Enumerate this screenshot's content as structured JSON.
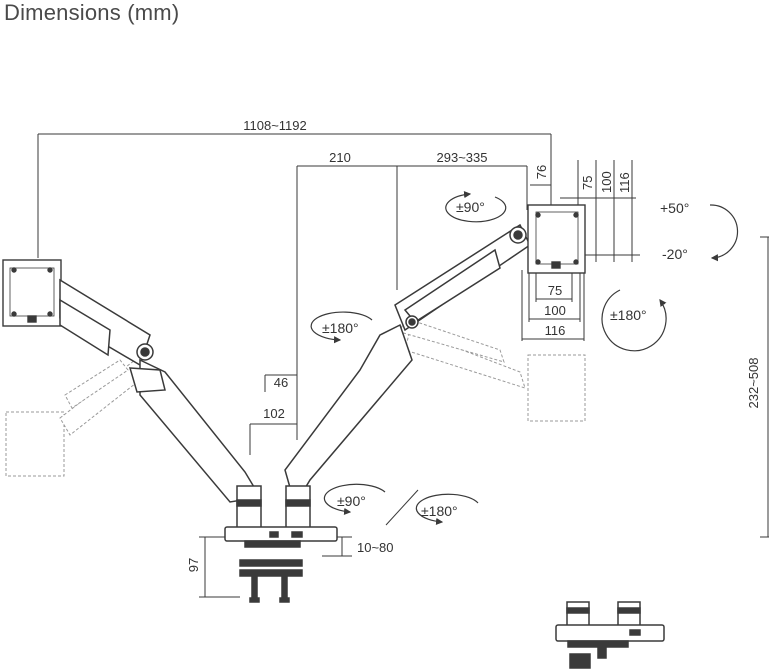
{
  "title": "Dimensions (mm)",
  "dimensions": {
    "total_width": "1108~1192",
    "center_to_arm": "210",
    "arm_reach": "293~335",
    "plate_offset": "76",
    "vesa_75_v": "75",
    "vesa_100_v": "100",
    "vesa_116_v": "116",
    "vesa_75_h": "75",
    "vesa_100_h": "100",
    "vesa_116_h": "116",
    "pole_46": "46",
    "pole_102": "102",
    "height_range": "232~508",
    "clamp_height": "97",
    "desk_thickness": "10~80"
  },
  "rotations": {
    "tilt_up": "+50°",
    "tilt_down": "-20°",
    "rotate_plate": "±180°",
    "swivel_top": "±90°",
    "swivel_left": "±180°",
    "base_swivel": "±90°",
    "base_rotate": "±180°"
  },
  "colors": {
    "line": "#3a3a3a",
    "arm": "#ffffff",
    "dash": "#9a9a9a",
    "accent": "#222222"
  }
}
